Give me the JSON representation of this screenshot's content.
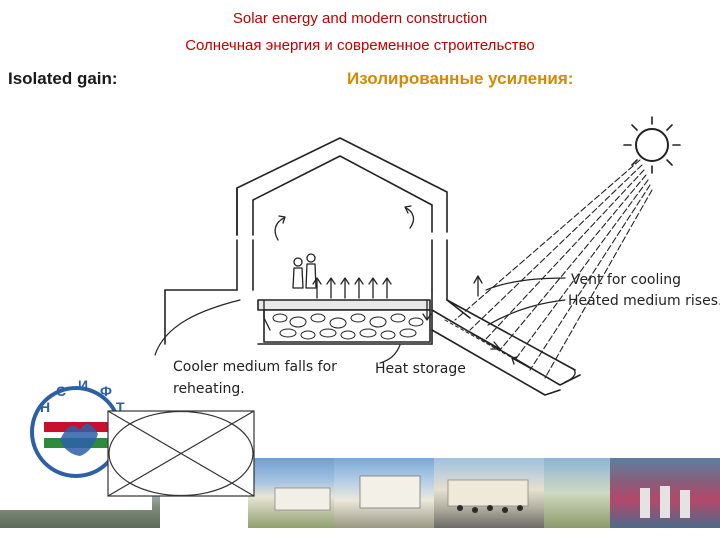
{
  "header": {
    "title_en": "Solar energy and modern construction",
    "title_ru": "Солнечная энергия и современное строительство"
  },
  "section": {
    "label_en": "Isolated gain:",
    "label_ru": "Изолированные усиления:"
  },
  "diagram": {
    "annotations": {
      "vent": "Vent for cooling",
      "heated": "Heated medium rises.",
      "cooler_line1": "Cooler medium falls for",
      "cooler_line2": "reheating.",
      "storage": "Heat storage"
    }
  },
  "logo": {
    "letters": [
      "Н",
      "С",
      "И",
      "Ф",
      "Т"
    ]
  },
  "colors": {
    "title": "#c00000",
    "label_ru": "#d48a00",
    "logo_blue": "#2d5fa8",
    "logo_red": "#c8102e",
    "logo_green": "#2e8b3e"
  },
  "photos": [
    "outdoor-crowd-photo",
    "school-building-photo",
    "building-facade-photo",
    "schoolyard-photo",
    "landscape-photo",
    "celebration-photo"
  ]
}
